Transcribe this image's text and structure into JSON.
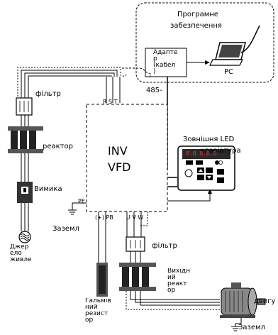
{
  "labels": {
    "software_line1": "Програмне",
    "software_line2": "забезпечення",
    "adapter": "Адапте\nр\n(кабел\n)",
    "pc": "PC",
    "port_485": "485-",
    "filter_in": "фільтр",
    "rst": "R S T",
    "reactor": "реактор",
    "switch": "Вимика",
    "source": "Джер\nело\nживле\nння",
    "inv": "INV",
    "vfd": "VFD",
    "led_line1": "Зовнішня LED",
    "led_line2": "клавіатура",
    "pe": "PE",
    "ground_left": "Заземл",
    "dc_terms": "(+) PB",
    "uvw": "U V W",
    "filter_out": "фільтр",
    "brake": "Гальмів\nний\nрезист\nор",
    "out_reactor": "Вихідн\nий\nреакт\nор",
    "motor": "двигу",
    "ground_right": "Заземл"
  },
  "keypad": {
    "display": "8.8.8.8.8",
    "ok_key": "O"
  }
}
